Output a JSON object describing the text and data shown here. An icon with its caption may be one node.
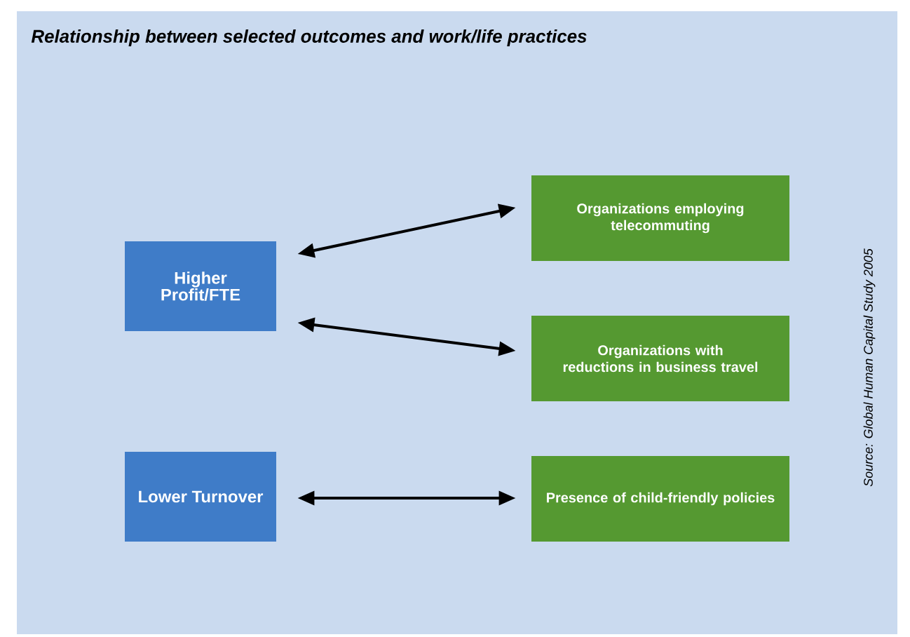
{
  "diagram": {
    "title": "Relationship between selected outcomes and work/life practices",
    "nodes": [
      {
        "text": [
          "Higher Profit/FTE"
        ]
      },
      {
        "text": [
          "Lower Turnover"
        ]
      },
      {
        "text": [
          "Organizations employing telecommuting"
        ]
      },
      {
        "text": [
          "Organizations with reductions in business travel"
        ]
      },
      {
        "text": [
          "Presence of child-friendly policies"
        ]
      }
    ],
    "edges": [
      {
        "from": 0,
        "to": 2,
        "arrow": "both"
      },
      {
        "from": 0,
        "to": 3,
        "arrow": "both"
      },
      {
        "from": 1,
        "to": 4,
        "arrow": "both"
      }
    ],
    "labels": [
      "Source: Global Human Capital Study 2005"
    ]
  }
}
